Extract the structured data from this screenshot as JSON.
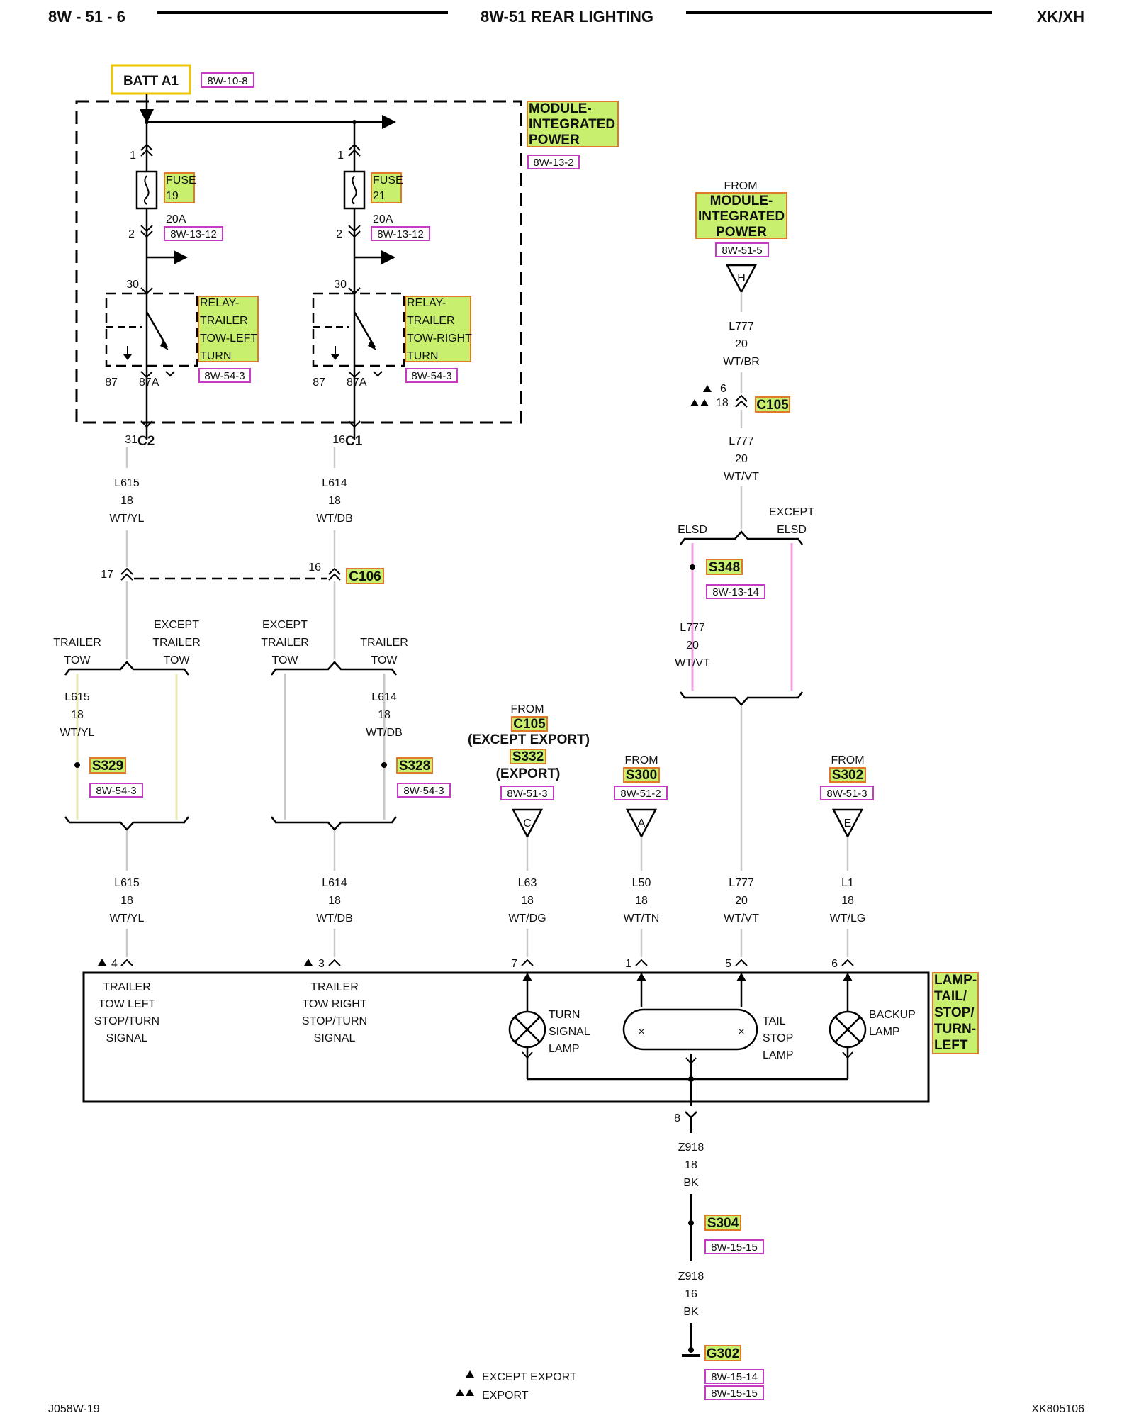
{
  "header": {
    "page": "8W - 51 - 6",
    "title": "8W-51 REAR LIGHTING",
    "model": "XK/XH"
  },
  "footer": {
    "left": "J058W-19",
    "right": "XK805106"
  },
  "colors": {
    "highlight_fill": "#c8f06e",
    "highlight_border": "#e07a2a",
    "ref_border": "#c43cc4",
    "batt_border": "#f0c400",
    "ref_text": "#1a1a8c",
    "wire": "#c8c8c8",
    "wire_pink": "#f0a0e0",
    "wire_yellow": "#e8e8b0"
  },
  "batt": {
    "label": "BATT A1",
    "ref": "8W-10-8"
  },
  "mip": {
    "l1": "MODULE-",
    "l2": "INTEGRATED",
    "l3": "POWER",
    "ref": "8W-13-2"
  },
  "fuse19": {
    "pin1": "1",
    "l1": "FUSE",
    "l2": "19",
    "rating": "20A",
    "ref": "8W-13-12",
    "pin2": "2"
  },
  "fuse21": {
    "pin1": "1",
    "l1": "FUSE",
    "l2": "21",
    "rating": "20A",
    "ref": "8W-13-12",
    "pin2": "2"
  },
  "relay_left": {
    "pin30": "30",
    "l1": "RELAY-",
    "l2": "TRAILER",
    "l3": "TOW-LEFT",
    "l4": "TURN",
    "ref": "8W-54-3",
    "pin87": "87",
    "pin87a": "87A"
  },
  "relay_right": {
    "pin30": "30",
    "l1": "RELAY-",
    "l2": "TRAILER",
    "l3": "TOW-RIGHT",
    "l4": "TURN",
    "ref": "8W-54-3",
    "pin87": "87",
    "pin87a": "87A"
  },
  "c2": {
    "pin": "31",
    "label": "C2"
  },
  "c1": {
    "pin": "16",
    "label": "C1"
  },
  "wire_l615_a": {
    "c": "L615",
    "g": "18",
    "col": "WT/YL"
  },
  "wire_l614_a": {
    "c": "L614",
    "g": "18",
    "col": "WT/DB"
  },
  "c106": {
    "pin_l": "17",
    "pin_r": "16",
    "label": "C106"
  },
  "opt_left": {
    "trailer": [
      "TRAILER",
      "TOW"
    ],
    "except": [
      "EXCEPT",
      "TRAILER",
      "TOW"
    ]
  },
  "opt_right": {
    "except": [
      "EXCEPT",
      "TRAILER",
      "TOW"
    ],
    "trailer": [
      "TRAILER",
      "TOW"
    ]
  },
  "wire_l615_b": {
    "c": "L615",
    "g": "18",
    "col": "WT/YL"
  },
  "wire_l614_b": {
    "c": "L614",
    "g": "18",
    "col": "WT/DB"
  },
  "s329": {
    "label": "S329",
    "ref": "8W-54-3"
  },
  "s328": {
    "label": "S328",
    "ref": "8W-54-3"
  },
  "wire_l615_c": {
    "c": "L615",
    "g": "18",
    "col": "WT/YL"
  },
  "wire_l614_c": {
    "c": "L614",
    "g": "18",
    "col": "WT/DB"
  },
  "from_mip": {
    "from": "FROM",
    "l1": "MODULE-",
    "l2": "INTEGRATED",
    "l3": "POWER",
    "ref": "8W-51-5",
    "conn": "H"
  },
  "wire_l777_a": {
    "c": "L777",
    "g": "20",
    "col": "WT/BR"
  },
  "c105": {
    "pin1": "6",
    "pin2": "18",
    "label": "C105"
  },
  "wire_l777_b": {
    "c": "L777",
    "g": "20",
    "col": "WT/VT"
  },
  "elsd": {
    "left": "ELSD",
    "r1": "EXCEPT",
    "r2": "ELSD"
  },
  "s348": {
    "label": "S348",
    "ref": "8W-13-14"
  },
  "wire_l777_c": {
    "c": "L777",
    "g": "20",
    "col": "WT/VT"
  },
  "from_c105": {
    "from": "FROM",
    "c105": "C105",
    "except_export": "(EXCEPT EXPORT)",
    "s332": "S332",
    "export": "(EXPORT)",
    "ref": "8W-51-3",
    "conn": "C"
  },
  "from_s300": {
    "from": "FROM",
    "label": "S300",
    "ref": "8W-51-2",
    "conn": "A"
  },
  "from_s302": {
    "from": "FROM",
    "label": "S302",
    "ref": "8W-51-3",
    "conn": "E"
  },
  "bottom_wires": [
    {
      "c": "L615",
      "g": "18",
      "col": "WT/YL"
    },
    {
      "c": "L614",
      "g": "18",
      "col": "WT/DB"
    },
    {
      "c": "L63",
      "g": "18",
      "col": "WT/DG"
    },
    {
      "c": "L50",
      "g": "18",
      "col": "WT/TN"
    },
    {
      "c": "L777",
      "g": "20",
      "col": "WT/VT"
    },
    {
      "c": "L1",
      "g": "18",
      "col": "WT/LG"
    }
  ],
  "lamp_pins": [
    "4",
    "3",
    "7",
    "1",
    "5",
    "6"
  ],
  "lamp": {
    "trailer_left": [
      "TRAILER",
      "TOW LEFT",
      "STOP/TURN",
      "SIGNAL"
    ],
    "trailer_right": [
      "TRAILER",
      "TOW RIGHT",
      "STOP/TURN",
      "SIGNAL"
    ],
    "turn": [
      "TURN",
      "SIGNAL",
      "LAMP"
    ],
    "tail": [
      "TAIL",
      "STOP",
      "LAMP"
    ],
    "backup": [
      "BACKUP",
      "LAMP"
    ],
    "title": [
      "LAMP-",
      "TAIL/",
      "STOP/",
      "TURN-",
      "LEFT"
    ]
  },
  "ground": {
    "pin": "8",
    "c1": "Z918",
    "g1": "18",
    "col1": "BK",
    "s304": "S304",
    "s304_ref": "8W-15-15",
    "c2": "Z918",
    "g2": "16",
    "col2": "BK",
    "g302": "G302",
    "ref1": "8W-15-14",
    "ref2": "8W-15-15"
  },
  "legend": {
    "single": "EXCEPT EXPORT",
    "double": "EXPORT"
  }
}
